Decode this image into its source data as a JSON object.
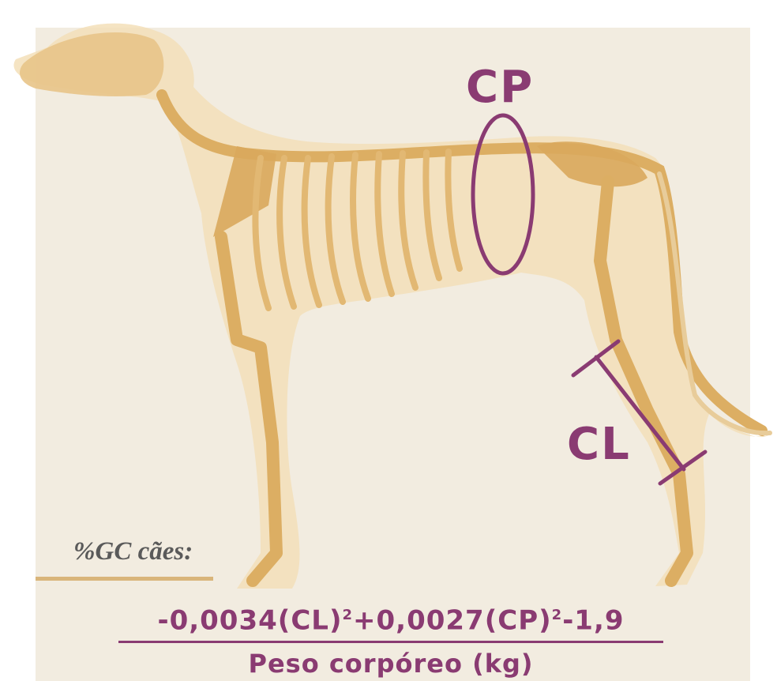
{
  "labels": {
    "cp": "CP",
    "cl": "CL"
  },
  "caption": {
    "title": "%GC cães:"
  },
  "formula": {
    "numerator_part1": "-0,0034(CL)",
    "numerator_exp1": "2",
    "numerator_part2": "+0,0027(CP)",
    "numerator_exp2": "2",
    "numerator_part3": "-1,9",
    "denominator": "Peso corpóreo (kg)"
  },
  "colors": {
    "annotation": "#8a3b72",
    "bone": "#e2b873",
    "body": "#f3dfb9",
    "background": "#f2ece0"
  }
}
